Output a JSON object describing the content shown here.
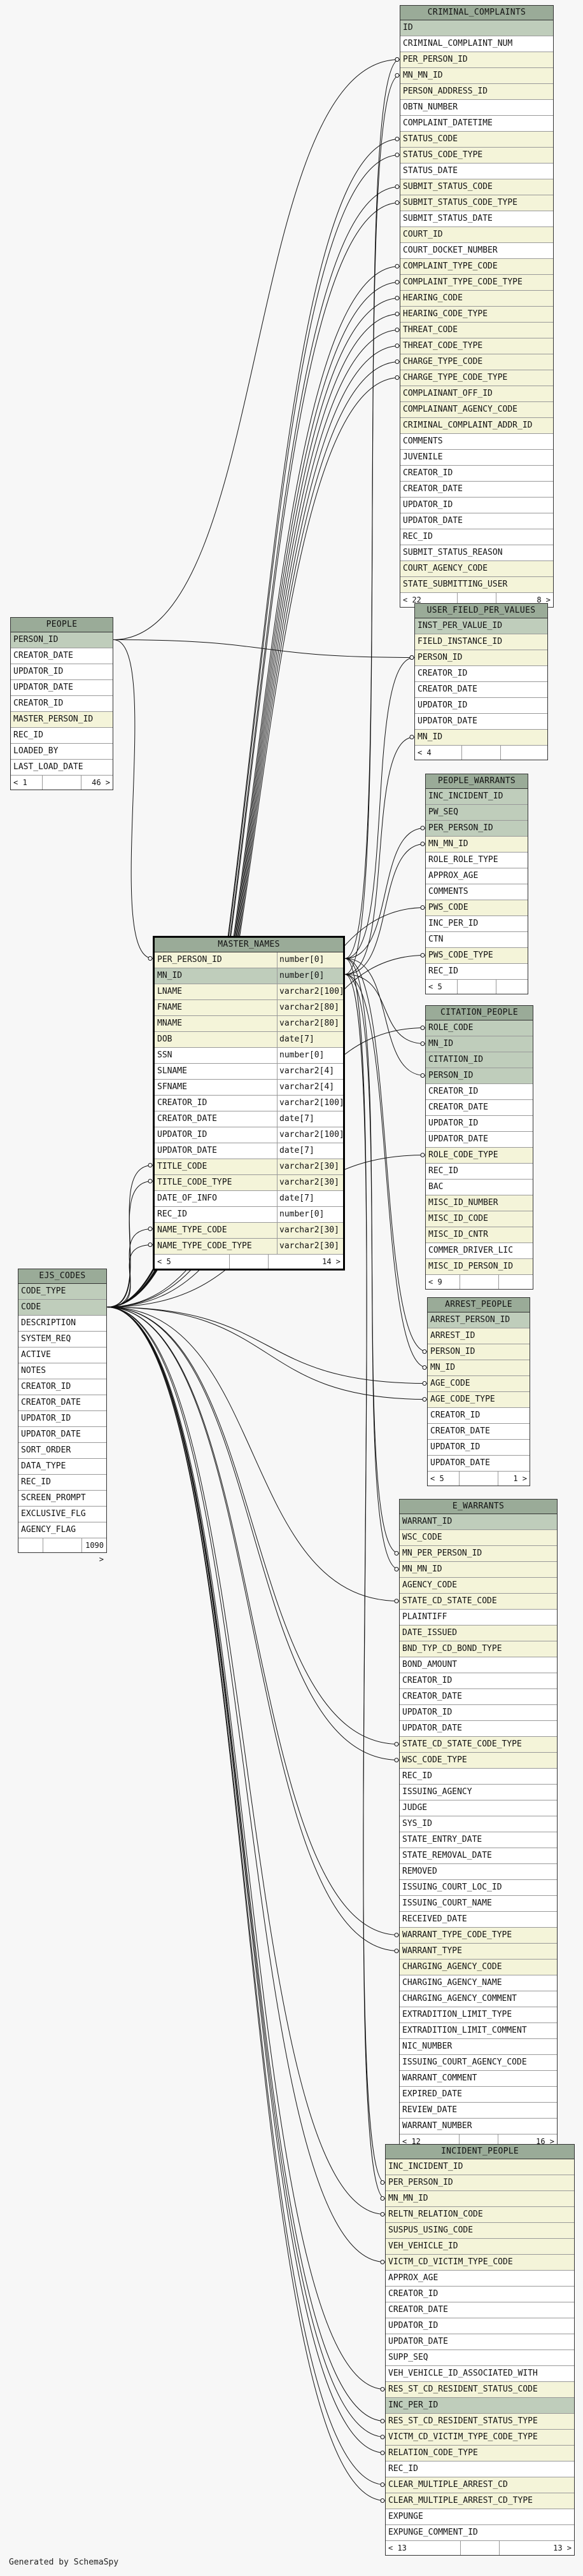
{
  "footer": "Generated by SchemaSpy",
  "tables": [
    {
      "id": "criminal_complaints",
      "title": "CRIMINAL_COMPLAINTS",
      "footer": {
        "left": "< 22",
        "right": "8 >"
      },
      "columns": [
        {
          "name": "ID",
          "k": "pk"
        },
        {
          "name": "CRIMINAL_COMPLAINT_NUM"
        },
        {
          "name": "PER_PERSON_ID",
          "k": "fk"
        },
        {
          "name": "MN_MN_ID",
          "k": "fk"
        },
        {
          "name": "PERSON_ADDRESS_ID",
          "k": "fk"
        },
        {
          "name": "OBTN_NUMBER"
        },
        {
          "name": "COMPLAINT_DATETIME"
        },
        {
          "name": "STATUS_CODE",
          "k": "fk"
        },
        {
          "name": "STATUS_CODE_TYPE",
          "k": "fk"
        },
        {
          "name": "STATUS_DATE"
        },
        {
          "name": "SUBMIT_STATUS_CODE",
          "k": "fk"
        },
        {
          "name": "SUBMIT_STATUS_CODE_TYPE",
          "k": "fk"
        },
        {
          "name": "SUBMIT_STATUS_DATE"
        },
        {
          "name": "COURT_ID",
          "k": "fk"
        },
        {
          "name": "COURT_DOCKET_NUMBER"
        },
        {
          "name": "COMPLAINT_TYPE_CODE",
          "k": "fk"
        },
        {
          "name": "COMPLAINT_TYPE_CODE_TYPE",
          "k": "fk"
        },
        {
          "name": "HEARING_CODE",
          "k": "fk"
        },
        {
          "name": "HEARING_CODE_TYPE",
          "k": "fk"
        },
        {
          "name": "THREAT_CODE",
          "k": "fk"
        },
        {
          "name": "THREAT_CODE_TYPE",
          "k": "fk"
        },
        {
          "name": "CHARGE_TYPE_CODE",
          "k": "fk"
        },
        {
          "name": "CHARGE_TYPE_CODE_TYPE",
          "k": "fk"
        },
        {
          "name": "COMPLAINANT_OFF_ID",
          "k": "fk"
        },
        {
          "name": "COMPLAINANT_AGENCY_CODE",
          "k": "fk"
        },
        {
          "name": "CRIMINAL_COMPLAINT_ADDR_ID",
          "k": "fk"
        },
        {
          "name": "COMMENTS"
        },
        {
          "name": "JUVENILE"
        },
        {
          "name": "CREATOR_ID"
        },
        {
          "name": "CREATOR_DATE"
        },
        {
          "name": "UPDATOR_ID"
        },
        {
          "name": "UPDATOR_DATE"
        },
        {
          "name": "REC_ID"
        },
        {
          "name": "SUBMIT_STATUS_REASON"
        },
        {
          "name": "COURT_AGENCY_CODE",
          "k": "fk"
        },
        {
          "name": "STATE_SUBMITTING_USER",
          "k": "fk"
        }
      ]
    },
    {
      "id": "user_field_per_values",
      "title": "USER_FIELD_PER_VALUES",
      "footer": {
        "left": "< 4",
        "right": ""
      },
      "columns": [
        {
          "name": "INST_PER_VALUE_ID",
          "k": "pk"
        },
        {
          "name": "FIELD_INSTANCE_ID",
          "k": "fk"
        },
        {
          "name": "PERSON_ID",
          "k": "fk"
        },
        {
          "name": "CREATOR_ID"
        },
        {
          "name": "CREATOR_DATE"
        },
        {
          "name": "UPDATOR_ID"
        },
        {
          "name": "UPDATOR_DATE"
        },
        {
          "name": "MN_ID",
          "k": "fk"
        }
      ]
    },
    {
      "id": "people",
      "title": "PEOPLE",
      "footer": {
        "left": "< 1",
        "right": "46 >"
      },
      "columns": [
        {
          "name": "PERSON_ID",
          "k": "pk"
        },
        {
          "name": "CREATOR_DATE"
        },
        {
          "name": "UPDATOR_ID"
        },
        {
          "name": "UPDATOR_DATE"
        },
        {
          "name": "CREATOR_ID"
        },
        {
          "name": "MASTER_PERSON_ID",
          "k": "fk"
        },
        {
          "name": "REC_ID"
        },
        {
          "name": "LOADED_BY"
        },
        {
          "name": "LAST_LOAD_DATE"
        }
      ]
    },
    {
      "id": "people_warrants",
      "title": "PEOPLE_WARRANTS",
      "footer": {
        "left": "< 5",
        "right": ""
      },
      "columns": [
        {
          "name": "INC_INCIDENT_ID",
          "k": "pk"
        },
        {
          "name": "PW_SEQ",
          "k": "pk"
        },
        {
          "name": "PER_PERSON_ID",
          "k": "pk"
        },
        {
          "name": "MN_MN_ID",
          "k": "fk"
        },
        {
          "name": "ROLE_ROLE_TYPE"
        },
        {
          "name": "APPROX_AGE"
        },
        {
          "name": "COMMENTS"
        },
        {
          "name": "PWS_CODE",
          "k": "fk"
        },
        {
          "name": "INC_PER_ID"
        },
        {
          "name": "CTN"
        },
        {
          "name": "PWS_CODE_TYPE",
          "k": "fk"
        },
        {
          "name": "REC_ID"
        }
      ]
    },
    {
      "id": "master_names",
      "title": "MASTER_NAMES",
      "focus": true,
      "footer": {
        "left": "< 5",
        "right": "14 >"
      },
      "columns": [
        {
          "name": "PER_PERSON_ID",
          "type": "number[0]",
          "k": "fk"
        },
        {
          "name": "MN_ID",
          "type": "number[0]",
          "k": "pk"
        },
        {
          "name": "LNAME",
          "type": "varchar2[100]",
          "k": "fk"
        },
        {
          "name": "FNAME",
          "type": "varchar2[80]",
          "k": "fk"
        },
        {
          "name": "MNAME",
          "type": "varchar2[80]",
          "k": "fk"
        },
        {
          "name": "DOB",
          "type": "date[7]",
          "k": "fk"
        },
        {
          "name": "SSN",
          "type": "number[0]"
        },
        {
          "name": "SLNAME",
          "type": "varchar2[4]"
        },
        {
          "name": "SFNAME",
          "type": "varchar2[4]"
        },
        {
          "name": "CREATOR_ID",
          "type": "varchar2[100]"
        },
        {
          "name": "CREATOR_DATE",
          "type": "date[7]"
        },
        {
          "name": "UPDATOR_ID",
          "type": "varchar2[100]"
        },
        {
          "name": "UPDATOR_DATE",
          "type": "date[7]"
        },
        {
          "name": "TITLE_CODE",
          "type": "varchar2[30]",
          "k": "fk"
        },
        {
          "name": "TITLE_CODE_TYPE",
          "type": "varchar2[30]",
          "k": "fk"
        },
        {
          "name": "DATE_OF_INFO",
          "type": "date[7]"
        },
        {
          "name": "REC_ID",
          "type": "number[0]"
        },
        {
          "name": "NAME_TYPE_CODE",
          "type": "varchar2[30]",
          "k": "fk"
        },
        {
          "name": "NAME_TYPE_CODE_TYPE",
          "type": "varchar2[30]",
          "k": "fk"
        }
      ]
    },
    {
      "id": "citation_people",
      "title": "CITATION_PEOPLE",
      "footer": {
        "left": "< 9",
        "right": ""
      },
      "columns": [
        {
          "name": "ROLE_CODE",
          "k": "pk"
        },
        {
          "name": "MN_ID",
          "k": "pk"
        },
        {
          "name": "CITATION_ID",
          "k": "pk"
        },
        {
          "name": "PERSON_ID",
          "k": "pk"
        },
        {
          "name": "CREATOR_ID"
        },
        {
          "name": "CREATOR_DATE"
        },
        {
          "name": "UPDATOR_ID"
        },
        {
          "name": "UPDATOR_DATE"
        },
        {
          "name": "ROLE_CODE_TYPE",
          "k": "fk"
        },
        {
          "name": "REC_ID"
        },
        {
          "name": "BAC"
        },
        {
          "name": "MISC_ID_NUMBER",
          "k": "fk"
        },
        {
          "name": "MISC_ID_CODE",
          "k": "fk"
        },
        {
          "name": "MISC_ID_CNTR",
          "k": "fk"
        },
        {
          "name": "COMMER_DRIVER_LIC"
        },
        {
          "name": "MISC_ID_PERSON_ID",
          "k": "fk"
        }
      ]
    },
    {
      "id": "arrest_people",
      "title": "ARREST_PEOPLE",
      "footer": {
        "left": "< 5",
        "right": "1 >"
      },
      "columns": [
        {
          "name": "ARREST_PERSON_ID",
          "k": "pk"
        },
        {
          "name": "ARREST_ID",
          "k": "fk"
        },
        {
          "name": "PERSON_ID",
          "k": "fk"
        },
        {
          "name": "MN_ID",
          "k": "fk"
        },
        {
          "name": "AGE_CODE",
          "k": "fk"
        },
        {
          "name": "AGE_CODE_TYPE",
          "k": "fk"
        },
        {
          "name": "CREATOR_ID"
        },
        {
          "name": "CREATOR_DATE"
        },
        {
          "name": "UPDATOR_ID"
        },
        {
          "name": "UPDATOR_DATE"
        }
      ]
    },
    {
      "id": "ejs_codes",
      "title": "EJS_CODES",
      "footer": {
        "left": "",
        "right": "1090 >"
      },
      "columns": [
        {
          "name": "CODE_TYPE",
          "k": "pk"
        },
        {
          "name": "CODE",
          "k": "pk"
        },
        {
          "name": "DESCRIPTION"
        },
        {
          "name": "SYSTEM_REQ"
        },
        {
          "name": "ACTIVE"
        },
        {
          "name": "NOTES"
        },
        {
          "name": "CREATOR_ID"
        },
        {
          "name": "CREATOR_DATE"
        },
        {
          "name": "UPDATOR_ID"
        },
        {
          "name": "UPDATOR_DATE"
        },
        {
          "name": "SORT_ORDER"
        },
        {
          "name": "DATA_TYPE"
        },
        {
          "name": "REC_ID"
        },
        {
          "name": "SCREEN_PROMPT"
        },
        {
          "name": "EXCLUSIVE_FLG"
        },
        {
          "name": "AGENCY_FLAG"
        }
      ]
    },
    {
      "id": "e_warrants",
      "title": "E_WARRANTS",
      "footer": {
        "left": "< 12",
        "right": "16 >"
      },
      "columns": [
        {
          "name": "WARRANT_ID",
          "k": "pk"
        },
        {
          "name": "WSC_CODE",
          "k": "fk"
        },
        {
          "name": "MN_PER_PERSON_ID",
          "k": "fk"
        },
        {
          "name": "MN_MN_ID",
          "k": "fk"
        },
        {
          "name": "AGENCY_CODE",
          "k": "fk"
        },
        {
          "name": "STATE_CD_STATE_CODE",
          "k": "fk"
        },
        {
          "name": "PLAINTIFF"
        },
        {
          "name": "DATE_ISSUED",
          "k": "fk"
        },
        {
          "name": "BND_TYP_CD_BOND_TYPE",
          "k": "fk"
        },
        {
          "name": "BOND_AMOUNT"
        },
        {
          "name": "CREATOR_ID"
        },
        {
          "name": "CREATOR_DATE"
        },
        {
          "name": "UPDATOR_ID"
        },
        {
          "name": "UPDATOR_DATE"
        },
        {
          "name": "STATE_CD_STATE_CODE_TYPE",
          "k": "fk"
        },
        {
          "name": "WSC_CODE_TYPE",
          "k": "fk"
        },
        {
          "name": "REC_ID"
        },
        {
          "name": "ISSUING_AGENCY"
        },
        {
          "name": "JUDGE"
        },
        {
          "name": "SYS_ID"
        },
        {
          "name": "STATE_ENTRY_DATE"
        },
        {
          "name": "STATE_REMOVAL_DATE"
        },
        {
          "name": "REMOVED"
        },
        {
          "name": "ISSUING_COURT_LOC_ID"
        },
        {
          "name": "ISSUING_COURT_NAME"
        },
        {
          "name": "RECEIVED_DATE"
        },
        {
          "name": "WARRANT_TYPE_CODE_TYPE",
          "k": "fk"
        },
        {
          "name": "WARRANT_TYPE",
          "k": "fk"
        },
        {
          "name": "CHARGING_AGENCY_CODE",
          "k": "fk"
        },
        {
          "name": "CHARGING_AGENCY_NAME"
        },
        {
          "name": "CHARGING_AGENCY_COMMENT"
        },
        {
          "name": "EXTRADITION_LIMIT_TYPE"
        },
        {
          "name": "EXTRADITION_LIMIT_COMMENT"
        },
        {
          "name": "NIC_NUMBER"
        },
        {
          "name": "ISSUING_COURT_AGENCY_CODE"
        },
        {
          "name": "WARRANT_COMMENT"
        },
        {
          "name": "EXPIRED_DATE"
        },
        {
          "name": "REVIEW_DATE"
        },
        {
          "name": "WARRANT_NUMBER"
        }
      ]
    },
    {
      "id": "incident_people",
      "title": "INCIDENT_PEOPLE",
      "footer": {
        "left": "< 13",
        "right": "13 >"
      },
      "columns": [
        {
          "name": "INC_INCIDENT_ID",
          "k": "fk"
        },
        {
          "name": "PER_PERSON_ID",
          "k": "fk"
        },
        {
          "name": "MN_MN_ID",
          "k": "fk"
        },
        {
          "name": "RELTN_RELATION_CODE",
          "k": "fk"
        },
        {
          "name": "SUSPUS_USING_CODE",
          "k": "fk"
        },
        {
          "name": "VEH_VEHICLE_ID",
          "k": "fk"
        },
        {
          "name": "VICTM_CD_VICTIM_TYPE_CODE",
          "k": "fk"
        },
        {
          "name": "APPROX_AGE"
        },
        {
          "name": "CREATOR_ID"
        },
        {
          "name": "CREATOR_DATE"
        },
        {
          "name": "UPDATOR_ID"
        },
        {
          "name": "UPDATOR_DATE"
        },
        {
          "name": "SUPP_SEQ"
        },
        {
          "name": "VEH_VEHICLE_ID_ASSOCIATED_WITH"
        },
        {
          "name": "RES_ST_CD_RESIDENT_STATUS_CODE",
          "k": "fk"
        },
        {
          "name": "INC_PER_ID",
          "k": "pk"
        },
        {
          "name": "RES_ST_CD_RESIDENT_STATUS_TYPE",
          "k": "fk"
        },
        {
          "name": "VICTM_CD_VICTIM_TYPE_CODE_TYPE",
          "k": "fk"
        },
        {
          "name": "RELATION_CODE_TYPE",
          "k": "fk"
        },
        {
          "name": "REC_ID"
        },
        {
          "name": "CLEAR_MULTIPLE_ARREST_CD",
          "k": "fk"
        },
        {
          "name": "CLEAR_MULTIPLE_ARREST_CD_TYPE",
          "k": "fk"
        },
        {
          "name": "EXPUNGE"
        },
        {
          "name": "EXPUNGE_COMMENT_ID"
        }
      ]
    }
  ]
}
